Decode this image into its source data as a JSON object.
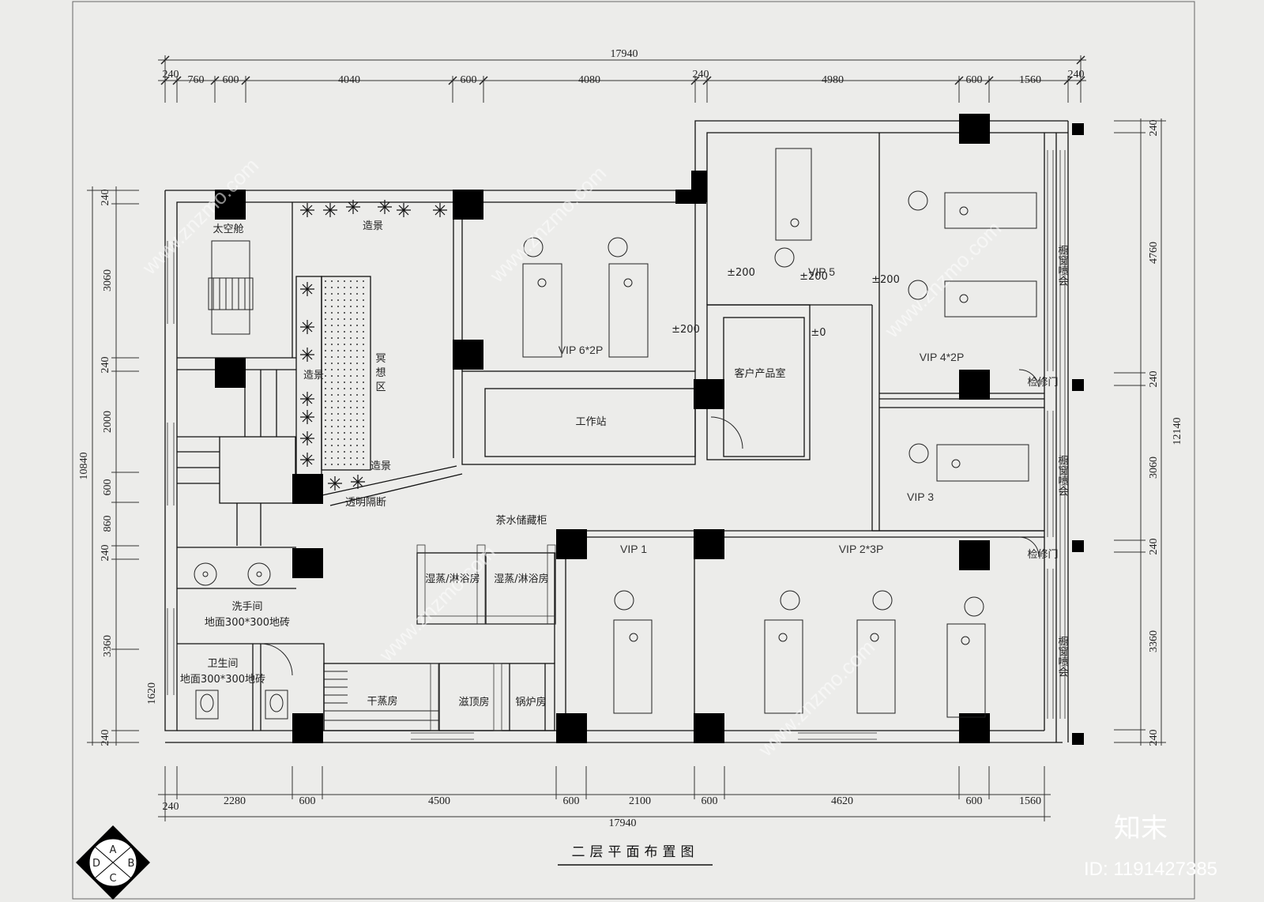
{
  "title": "二层平面布置图",
  "compass": {
    "a": "A",
    "b": "B",
    "c": "C",
    "d": "D"
  },
  "dims_top": {
    "total": "17940",
    "segments": [
      "240",
      "760",
      "600",
      "4040",
      "600",
      "4080",
      "240",
      "4980",
      "600",
      "1560",
      "240"
    ]
  },
  "dims_bottom": {
    "total": "17940",
    "segments": [
      "240",
      "2280",
      "600",
      "4500",
      "600",
      "2100",
      "600",
      "4620",
      "600",
      "1560"
    ]
  },
  "dims_left": {
    "total": "10840",
    "segments": [
      "240",
      "3060",
      "240",
      "2000",
      "600",
      "860",
      "240",
      "3360",
      "1620",
      "240"
    ]
  },
  "dims_right": {
    "total": "12140",
    "segments": [
      "240",
      "4760",
      "240",
      "3060",
      "240",
      "3360",
      "240"
    ]
  },
  "rooms": {
    "capsule": "太空舱",
    "scenery_top": "造景",
    "meditation_1": "冥",
    "meditation_2": "想",
    "meditation_3": "区",
    "scenery_left": "造景",
    "scenery_bottom": "造景",
    "partition": "透明隔断",
    "vip6": "VIP  6*2P",
    "vip5": "VIP  5",
    "vip4": "VIP  4*2P",
    "vip3": "VIP  3",
    "vip2": "VIP  2*3P",
    "vip1": "VIP  1",
    "client_room": "客户产品室",
    "workstation": "工作站",
    "tea_cabinet": "茶水储藏柜",
    "washroom": "洗手间",
    "washroom_floor": "地面300*300地砖",
    "toilet": "卫生间",
    "toilet_floor": "地面300*300地砖",
    "steam_1": "湿蒸/淋浴房",
    "steam_2": "湿蒸/淋浴房",
    "dry_steam": "干蒸房",
    "top_bake": "滋顶房",
    "boiler": "锅炉房",
    "maint_1": "检修门",
    "maint_2": "检修门",
    "window_1": "橱窗喷会",
    "window_2": "橱窗喷会",
    "window_3": "橱窗喷会"
  },
  "levels": [
    "±200",
    "±200",
    "±200",
    "±200",
    "±0"
  ],
  "brand": {
    "logo": "知末",
    "id": "ID: 1191427385"
  },
  "watermark": "www.znzmo.com"
}
